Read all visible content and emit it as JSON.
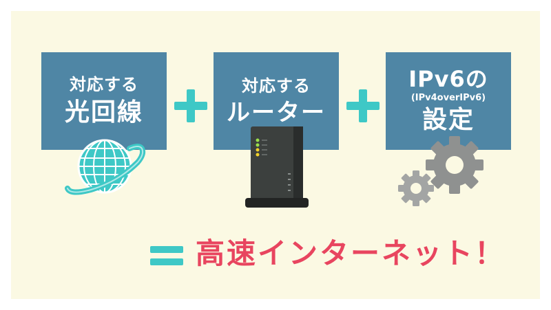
{
  "boxes": {
    "fiber": {
      "line1": "対応する",
      "line2": "光回線"
    },
    "router": {
      "line1": "対応する",
      "line2": "ルーター"
    },
    "ipv6": {
      "line1": "IPv6の",
      "sub": "(IPv4overIPv6)",
      "line2": "設定"
    }
  },
  "result": {
    "text": "高速インターネット！"
  },
  "icons": {
    "globe": "planet-globe-icon",
    "router": "wifi-router-icon",
    "settings": "gears-icon"
  },
  "colors": {
    "box": "#4f86a5",
    "accent": "#3ec8c6",
    "result": "#e8455f",
    "background": "#fbf9e3"
  }
}
